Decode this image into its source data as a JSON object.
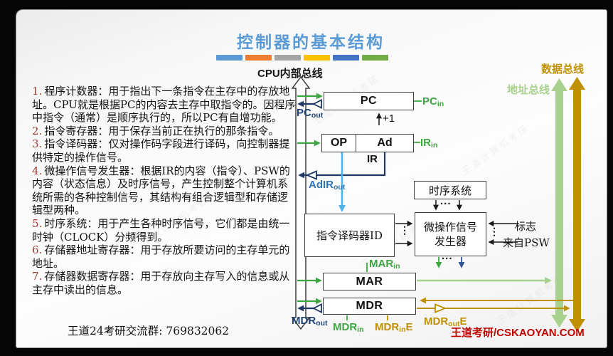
{
  "slide": {
    "title": "控制器的基本结构",
    "accent_bars": [
      "#5B9BD5",
      "#ED7D31",
      "#A5A5A5",
      "#FFC000",
      "#4472C4",
      "#70AD47"
    ],
    "footer_left": "王道24考研交流群: 769832062",
    "footer_right": "王道考研/CSKAOYAN.COM",
    "watermark": "王道计算机考研"
  },
  "colors": {
    "title": "#5B9BD5",
    "footer_brand": "#C00000",
    "signal_in_green": "#3EA542",
    "signal_out_navy": "#1F3864",
    "adir_blue": "#2E75B6",
    "op_lightblue": "#4FB3E8",
    "gold_bus": "#BF9000",
    "address_bus_green": "#A9D18E",
    "number_red": "#A33B32"
  },
  "left_panel": {
    "items": [
      {
        "num": "1.",
        "text": "程序计数器：用于指出下一条指令在主存中的存放地址。CPU就是根据PC的内容去主存中取指令的。因程序中指令（通常）是顺序执行的，所以PC有自增功能。"
      },
      {
        "num": "2.",
        "text": "指令寄存器：用于保存当前正在执行的那条指令。"
      },
      {
        "num": "3.",
        "text": "指令译码器：仅对操作码字段进行译码，向控制器提供特定的操作信号。"
      },
      {
        "num": "4.",
        "text": "微操作信号发生器：根据IR的内容（指令）、PSW的内容（状态信息）及时序信号，产生控制整个计算机系统所需的各种控制信号，其结构有组合逻辑型和存储逻辑型两种。"
      },
      {
        "num": "5.",
        "text": "时序系统：用于产生各种时序信号，它们都是由统一时钟（CLOCK）分频得到。"
      },
      {
        "num": "6.",
        "text": "存储器地址寄存器：用于存放所要访问的主存单元的地址。"
      },
      {
        "num": "7.",
        "text": "存储器数据寄存器：用于存放向主存写入的信息或从主存中读出的信息。"
      }
    ]
  },
  "diagram": {
    "buses": {
      "internal": "CPU内部总线",
      "data": "数据总线",
      "address": "地址总线"
    },
    "boxes": {
      "pc": "PC",
      "op": "OP",
      "ad": "Ad",
      "ir": "IR",
      "timing": "时序系统",
      "decoder": "指令译码器ID",
      "generator_line1": "微操作信号",
      "generator_line2": "发生器",
      "mar": "MAR",
      "mdr": "MDR"
    },
    "signals": {
      "pc_in": {
        "base": "PC",
        "sub": "in"
      },
      "pc_out": {
        "base": "PC",
        "sub": "out"
      },
      "plus_one": "+1",
      "ir_in": {
        "base": "IR",
        "sub": "in"
      },
      "adir_out": {
        "base": "AdIR",
        "sub": "out"
      },
      "mar_in": {
        "base": "MAR",
        "sub": "in"
      },
      "mdr_out": {
        "base": "MDR",
        "sub": "out"
      },
      "mdr_in": {
        "base": "MDR",
        "sub": "in"
      },
      "mdr_in_e": {
        "base": "MDR",
        "sub": "in",
        "suffix": "E"
      },
      "mdr_out_e": {
        "base": "MDR",
        "sub": "out",
        "suffix": "E"
      }
    },
    "annotations": {
      "flags": "标志",
      "from_psw": "来自PSW",
      "dots_h": "...",
      "dots_v": "⋮"
    }
  }
}
